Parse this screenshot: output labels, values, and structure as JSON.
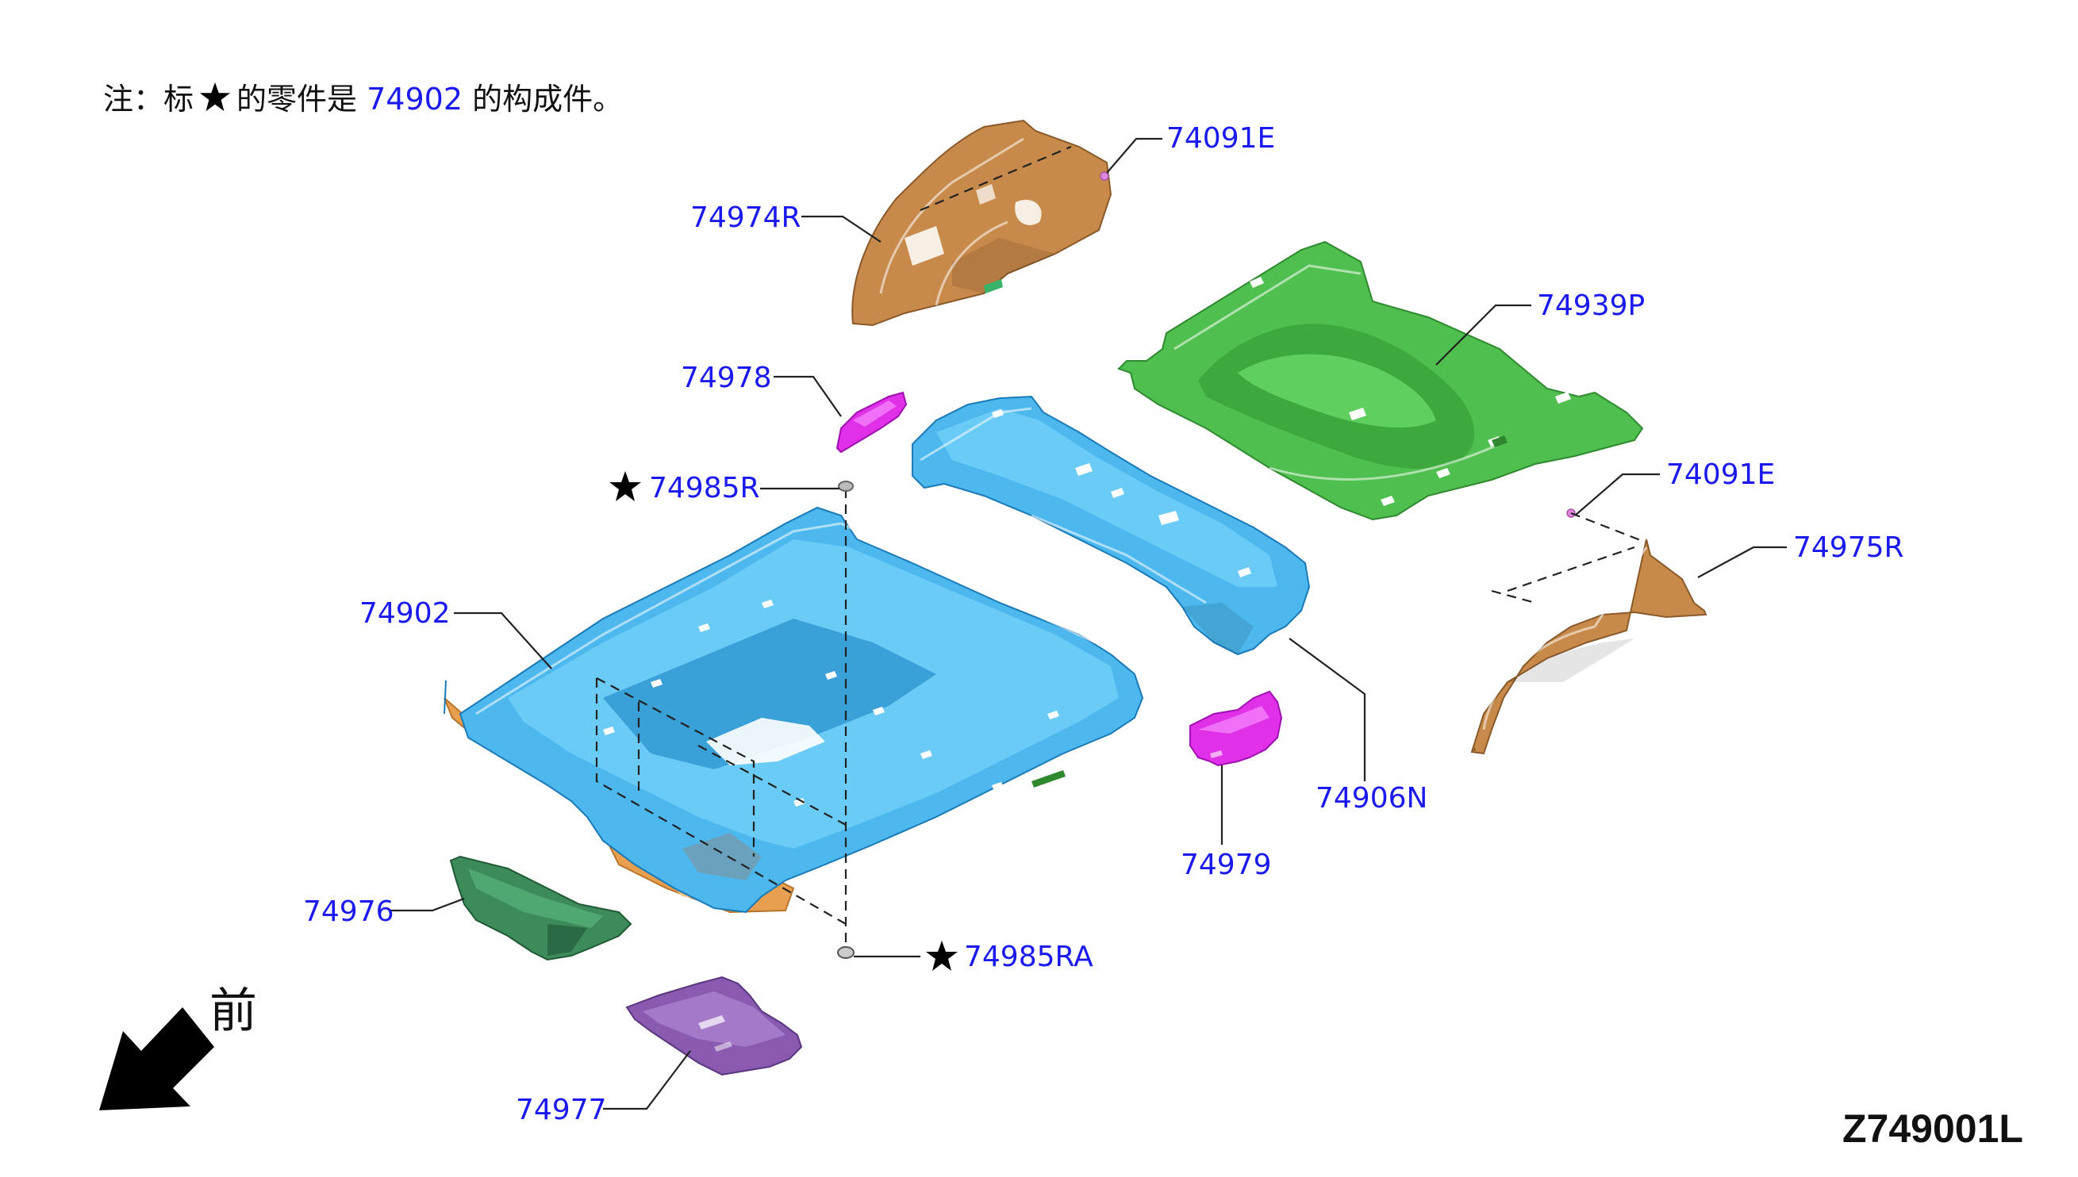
{
  "note": {
    "prefix": "注：标",
    "middle": "的零件是",
    "ref": "74902",
    "suffix": "的构成件。"
  },
  "front_label": "前",
  "diagram_code": "Z749001L",
  "colors": {
    "label": "#1a1aee",
    "floor_blue": "#4cb8ee",
    "green_panel": "#4fbf4f",
    "dark_green": "#3d8a5a",
    "brown": "#c88a4a",
    "magenta": "#e030e8",
    "purple": "#8a5ab0",
    "orange": "#e8a050"
  },
  "parts": [
    {
      "id": "74091E_top",
      "text": "74091E"
    },
    {
      "id": "74974R",
      "text": "74974R"
    },
    {
      "id": "74939P",
      "text": "74939P"
    },
    {
      "id": "74978",
      "text": "74978"
    },
    {
      "id": "74091E_right",
      "text": "74091E"
    },
    {
      "id": "74985R",
      "text": "74985R"
    },
    {
      "id": "74975R",
      "text": "74975R"
    },
    {
      "id": "74902",
      "text": "74902"
    },
    {
      "id": "74906N",
      "text": "74906N"
    },
    {
      "id": "74979",
      "text": "74979"
    },
    {
      "id": "74976",
      "text": "74976"
    },
    {
      "id": "74985RA",
      "text": "74985RA"
    },
    {
      "id": "74977",
      "text": "74977"
    }
  ]
}
